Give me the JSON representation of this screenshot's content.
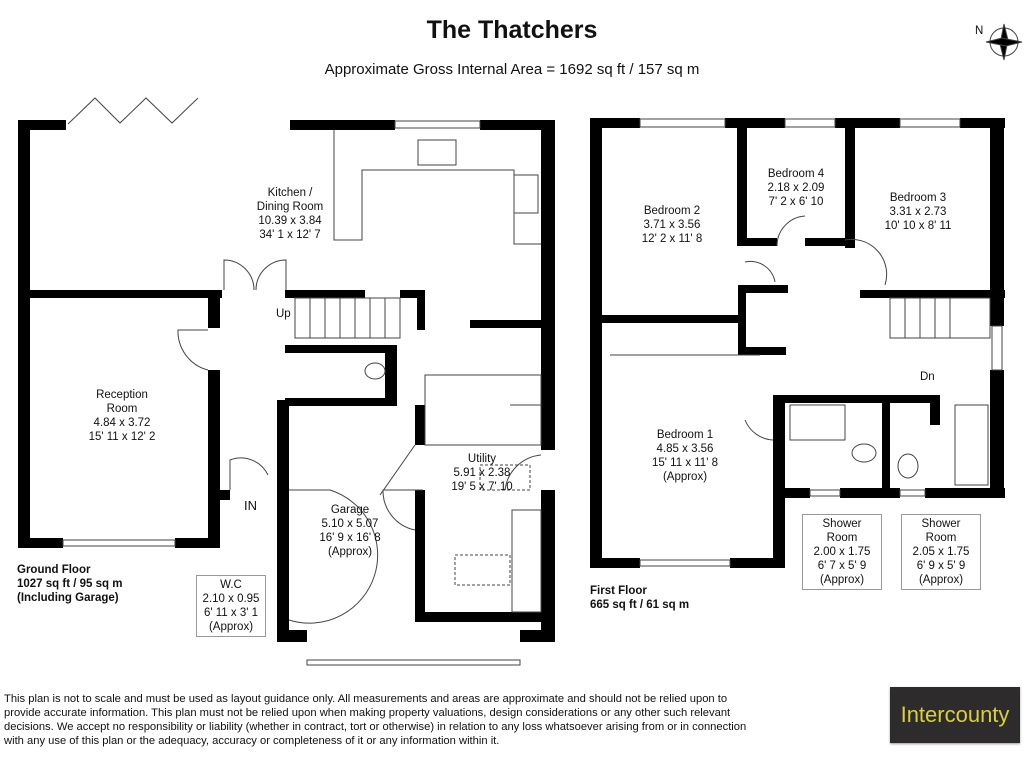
{
  "title": "The Thatchers",
  "subtitle": "Approximate Gross Internal Area = 1692 sq ft / 157 sq m",
  "compass": {
    "label": "N",
    "icon": "compass-rose-icon"
  },
  "ground_floor": {
    "label": [
      "Ground Floor",
      "1027 sq ft / 95 sq m",
      "(Including Garage)"
    ],
    "rooms": [
      {
        "name": "Kitchen /",
        "lines": [
          "Dining Room",
          "10.39 x 3.84",
          "34' 1 x 12' 7"
        ]
      },
      {
        "name": "Reception",
        "lines": [
          "Room",
          "4.84 x 3.72",
          "15' 11 x 12' 2"
        ]
      },
      {
        "name": "Utility",
        "lines": [
          "5.91 x 2.38",
          "19' 5 x 7' 10"
        ]
      },
      {
        "name": "Garage",
        "lines": [
          "5.10 x 5.07",
          "16' 9 x 16' 8",
          "(Approx)"
        ]
      },
      {
        "name": "W.C",
        "lines": [
          "2.10 x 0.95",
          "6' 11 x 3' 1",
          "(Approx)"
        ]
      }
    ],
    "up_label": "Up",
    "in_label": "IN"
  },
  "first_floor": {
    "label": [
      "First Floor",
      "665 sq ft / 61 sq m"
    ],
    "rooms": [
      {
        "name": "Bedroom 2",
        "lines": [
          "3.71 x 3.56",
          "12' 2 x 11' 8"
        ]
      },
      {
        "name": "Bedroom 4",
        "lines": [
          "2.18 x 2.09",
          "7' 2 x 6' 10"
        ]
      },
      {
        "name": "Bedroom 3",
        "lines": [
          "3.31 x 2.73",
          "10' 10 x 8' 11"
        ]
      },
      {
        "name": "Bedroom 1",
        "lines": [
          "4.85 x 3.56",
          "15' 11 x 11' 8",
          "(Approx)"
        ]
      },
      {
        "name": "Shower Room",
        "lines": [
          "2.00 x 1.75",
          "6' 7 x 5' 9",
          "(Approx)"
        ]
      },
      {
        "name": "Shower Room",
        "lines": [
          "2.05 x 1.75",
          "6' 9 x 5' 9",
          "(Approx)"
        ]
      }
    ],
    "dn_label": "Dn"
  },
  "disclaimer": "This plan is not to scale and must be used as layout guidance only. All measurements and areas are approximate and should not be relied upon to provide accurate information. This plan must not be relied upon when making property valuations, design considerations or any other such relevant decisions. We accept no responsibility or liability (whether in contract, tort or otherwise) in relation to any loss whatsoever arising from or in connection with any use of this plan or the adequacy, accuracy or completeness of it or any information within it.",
  "logo": {
    "text": "Intercounty",
    "background": "#2d2b2b",
    "color": "#d8cf3a"
  }
}
